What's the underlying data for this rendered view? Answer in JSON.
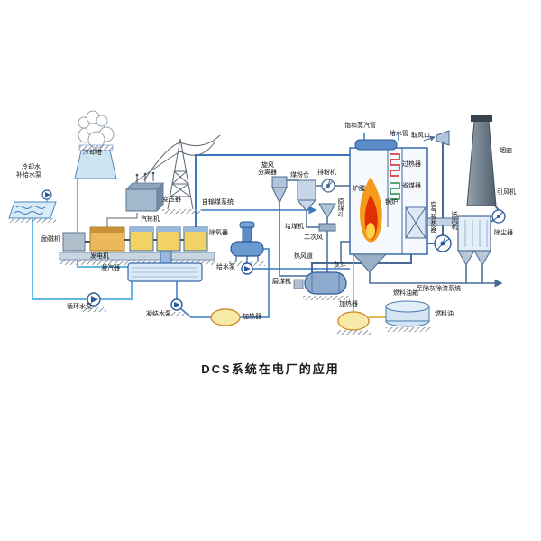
{
  "title": "DCS系统在电厂的应用",
  "labels": {
    "cooling_tower": "冷却塔",
    "cooling_water_line1": "冷却水",
    "cooling_water_line2": "补给水泵",
    "transformer": "变压器",
    "exciter": "励磁机",
    "generator": "发电机",
    "turbine": "汽轮机",
    "condenser": "凝汽器",
    "circulating_pump": "循环水泵",
    "condensate_pump": "凝结水泵",
    "lp_heater": "加热器",
    "deaerator": "除氧器",
    "feed_pump": "给水泵",
    "coal_supply": "自输煤系统",
    "separator_line1": "旋风",
    "separator_line2": "分离器",
    "coal_bunker": "煤粉仓",
    "exhaust_fan": "排粉机",
    "raw_coal_hopper": "原煤斗",
    "coal_feeder": "给煤机",
    "secondary_air": "二次风",
    "hot_air_duct": "热风道",
    "coal_mill": "磨煤机",
    "saturated_steam_pipe": "饱和蒸汽管",
    "feed_water_pipe": "给水管",
    "air_intake": "取风口",
    "superheater": "过热器",
    "economizer": "省煤器",
    "furnace": "炉膛",
    "boiler": "锅炉",
    "air_preheater": "空气预热器",
    "fd_fan": "送风机",
    "dust_collector": "除尘器",
    "id_fan": "引风机",
    "chimney": "烟囱",
    "ash_hopper": "灰斗",
    "ash_system": "至除灰除渣系统",
    "fuel_oil_tank": "燃料油箱",
    "fuel_oil": "燃料油",
    "oil_heater": "加热器"
  },
  "colors": {
    "pipe_water": "#3a78c2",
    "pipe_cooling": "#62b8e0",
    "pipe_oil": "#d6a020",
    "duct": "#4a6a94",
    "flame_outer": "#f59a1a",
    "flame_inner": "#e03000",
    "equipment_yellow": "#f2d264",
    "equipment_blue": "#6a9ad0"
  }
}
